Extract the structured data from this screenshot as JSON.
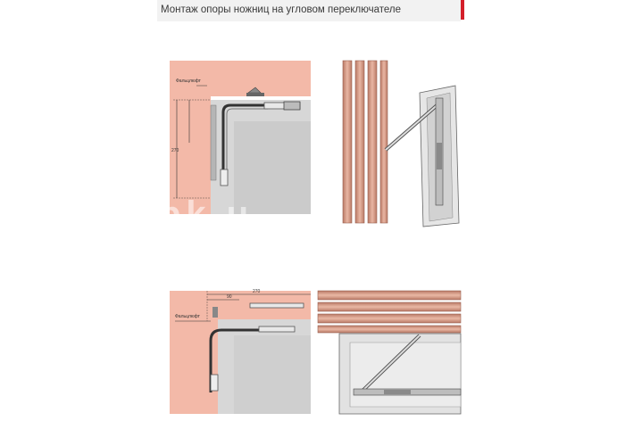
{
  "header": {
    "title": "Монтаж опоры ножниц на угловом переключателе"
  },
  "colors": {
    "accent": "#d41f2a",
    "wall_pink": "#f3b9a8",
    "frame_gray": "#d8d8d8",
    "timber_brown": "#c98c78"
  },
  "diagrams": {
    "top_left": {
      "label_falz": "Фальцлюфт",
      "dim_long": "270"
    },
    "bottom_left": {
      "label_falz": "Фальцлюфт",
      "dim_long": "270",
      "dim_short": "90"
    }
  },
  "watermark": "pk          u"
}
